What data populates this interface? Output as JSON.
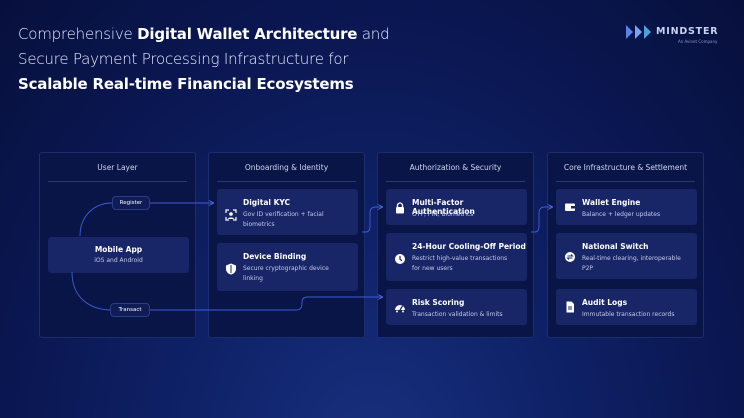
{
  "headline": {
    "line1_light": "Comprehensive ",
    "line1_bold": "Digital Wallet Architecture",
    "line1_tail": " and",
    "line2": "Secure Payment Processing Infrastructure for",
    "line3": "Scalable Real-time Financial Ecosystems"
  },
  "brand": {
    "name": "MINDSTER",
    "tagline": "An Avinet Company"
  },
  "colors": {
    "background": "#0a1650",
    "panel": "#0a1547",
    "card": "#182566",
    "connector": "#3d5bd9"
  },
  "columns": {
    "user": {
      "title": "User Layer",
      "mobile": {
        "title": "Mobile App",
        "desc": "iOS and Android"
      },
      "register": "Register",
      "transact": "Transact"
    },
    "onboarding": {
      "title": "Onboarding & Identity",
      "cards": [
        {
          "title": "Digital KYC",
          "desc1": "Gov ID verification + facial",
          "desc2": "biometrics",
          "icon": "face-scan-icon"
        },
        {
          "title": "Device Binding",
          "desc1": "Secure cryptographic device",
          "desc2": "linking",
          "icon": "shield-icon"
        }
      ]
    },
    "auth": {
      "title": "Authorization & Security",
      "cards": [
        {
          "title": "Multi-Factor Authentication",
          "desc1": "OTP, PIN, Biometrics",
          "desc2": "",
          "icon": "lock-icon"
        },
        {
          "title": "24-Hour Cooling-Off Period",
          "desc1": "Restrict high-value transactions",
          "desc2": "for new users",
          "icon": "clock-icon"
        },
        {
          "title": "Risk Scoring",
          "desc1": "Transaction validation & limits",
          "desc2": "",
          "icon": "gauge-icon"
        }
      ]
    },
    "core": {
      "title": "Core Infrastructure & Settlement",
      "cards": [
        {
          "title": "Wallet Engine",
          "desc1": "Balance + ledger updates",
          "desc2": "",
          "icon": "wallet-icon"
        },
        {
          "title": "National Switch",
          "desc1": "Real-time clearing, interoperable",
          "desc2": "P2P",
          "icon": "switch-icon"
        },
        {
          "title": "Audit Logs",
          "desc1": "Immutable transaction records",
          "desc2": "",
          "icon": "document-icon"
        }
      ]
    }
  }
}
